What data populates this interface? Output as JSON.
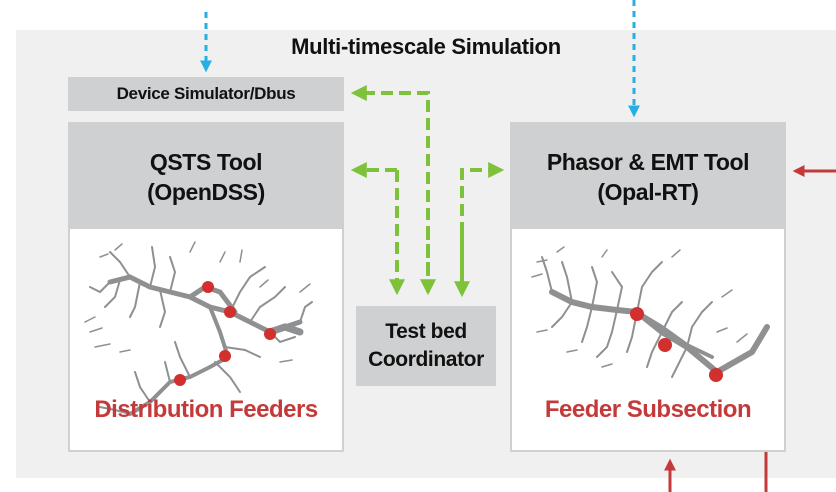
{
  "title": "Multi-timescale Simulation",
  "device_simulator": "Device Simulator/Dbus",
  "qsts_tool": {
    "line1": "QSTS Tool",
    "line2": "(OpenDSS)",
    "caption": "Distribution Feeders"
  },
  "phasor_tool": {
    "line1": "Phasor & EMT Tool",
    "line2": "(Opal-RT)",
    "caption": "Feeder Subsection"
  },
  "coordinator": {
    "line1": "Test bed",
    "line2": "Coordinator"
  },
  "colors": {
    "green_arrow": "#7ec13a",
    "blue_arrow": "#29aee3",
    "red_arrow": "#c43a3a",
    "node": "#d1302f",
    "network": "#8f9092"
  }
}
